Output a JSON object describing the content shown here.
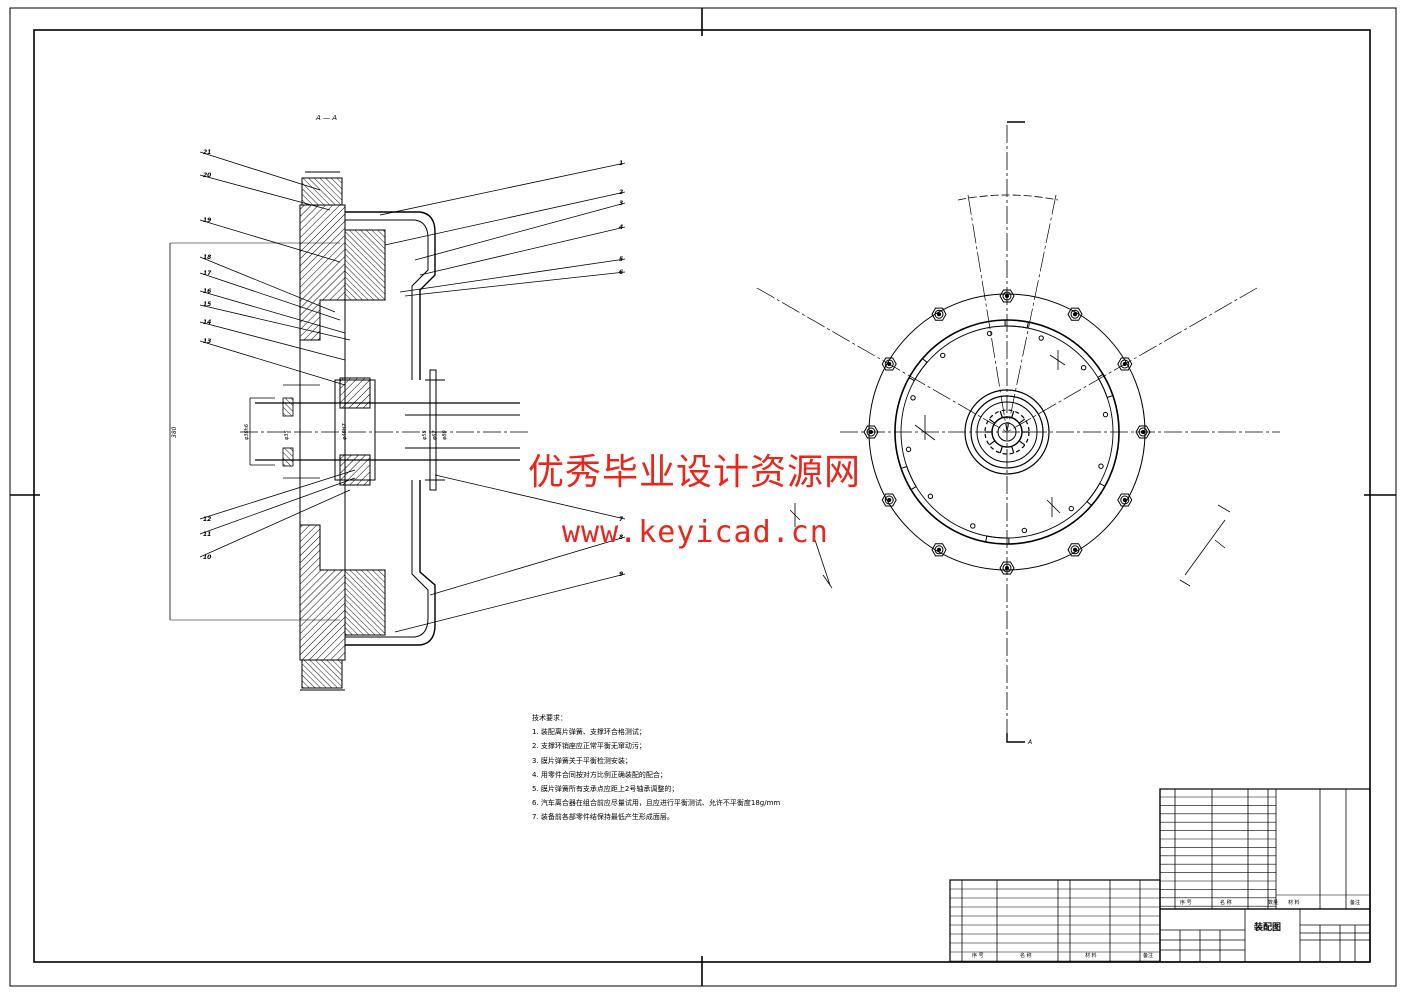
{
  "drawing": {
    "section_label": "A — A",
    "view_marker": "A",
    "part_callouts": [
      "1",
      "2",
      "3",
      "4",
      "5",
      "6",
      "7",
      "8",
      "9",
      "10",
      "11",
      "12",
      "13",
      "14",
      "15",
      "16",
      "17",
      "18",
      "19",
      "20",
      "21"
    ],
    "dimension_text": [
      "φ30h6",
      "φ35",
      "φ40H7",
      "φ55",
      "φ62",
      "φ80",
      "380"
    ]
  },
  "watermark": {
    "title": "优秀毕业设计资源网",
    "url": "www.keyicad.cn",
    "color": "#e8261c"
  },
  "notes": {
    "heading": "技术要求：",
    "items": [
      "1. 装配离片弹簧、支撑环合格测试；",
      "2. 支撑环销座应正常平衡无窜动污；",
      "3. 膜片弹簧关于平衡检测安装；",
      "4. 用零件合同按对方比例正确装配的配合；",
      "5. 膜片弹簧所有支承点应距上2号轴承调整的；",
      "6. 汽车离合器在组合前应尽量试用，且应进行平衡测试、允许不平衡度18g/mm",
      "7. 装备前各部零件结保持最低产生形成面层。"
    ]
  },
  "title_block": {
    "drawing_title": "装配图",
    "col_headers": [
      "序 号",
      "名 称",
      "数量",
      "材 料",
      "备注"
    ]
  },
  "colors": {
    "line": "#000000",
    "watermark": "#e8261c"
  }
}
